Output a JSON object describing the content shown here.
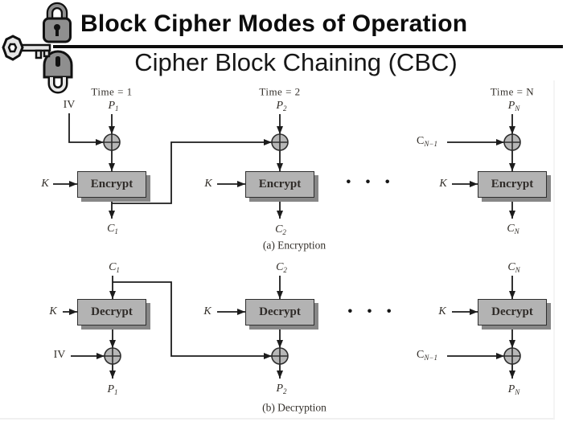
{
  "header": {
    "title": "Block Cipher Modes of Operation",
    "subtitle": "Cipher Block Chaining (CBC)"
  },
  "icons": {
    "top": "padlock-icon",
    "middle": "key-icon",
    "bottom": "padlock-inverted-icon"
  },
  "colors": {
    "title_text": "#0d0d0d",
    "diagram_text": "#322e29",
    "line": "#1c1c1c",
    "box_fill": "#b3b3b3",
    "box_shadow": "#878787",
    "xor_fill": "#b7b7b7"
  },
  "diagram": {
    "encryption": {
      "caption": "(a) Encryption",
      "ellipsis": "• • •",
      "box_label": "Encrypt",
      "key_label": "K",
      "iv_label": "IV",
      "chain": {
        "main": "C",
        "sub": "N−1"
      },
      "times": [
        "Time = 1",
        "Time = 2",
        "Time = N"
      ],
      "inputs": [
        {
          "main": "P",
          "sub": "1"
        },
        {
          "main": "P",
          "sub": "2"
        },
        {
          "main": "P",
          "sub": "N"
        }
      ],
      "outputs": [
        {
          "main": "C",
          "sub": "1"
        },
        {
          "main": "C",
          "sub": "2"
        },
        {
          "main": "C",
          "sub": "N"
        }
      ]
    },
    "decryption": {
      "caption": "(b) Decryption",
      "ellipsis": "• • •",
      "box_label": "Decrypt",
      "key_label": "K",
      "iv_label": "IV",
      "chain": {
        "main": "C",
        "sub": "N−1"
      },
      "inputs": [
        {
          "main": "C",
          "sub": "1"
        },
        {
          "main": "C",
          "sub": "2"
        },
        {
          "main": "C",
          "sub": "N"
        }
      ],
      "outputs": [
        {
          "main": "P",
          "sub": "1"
        },
        {
          "main": "P",
          "sub": "2"
        },
        {
          "main": "P",
          "sub": "N"
        }
      ]
    }
  }
}
